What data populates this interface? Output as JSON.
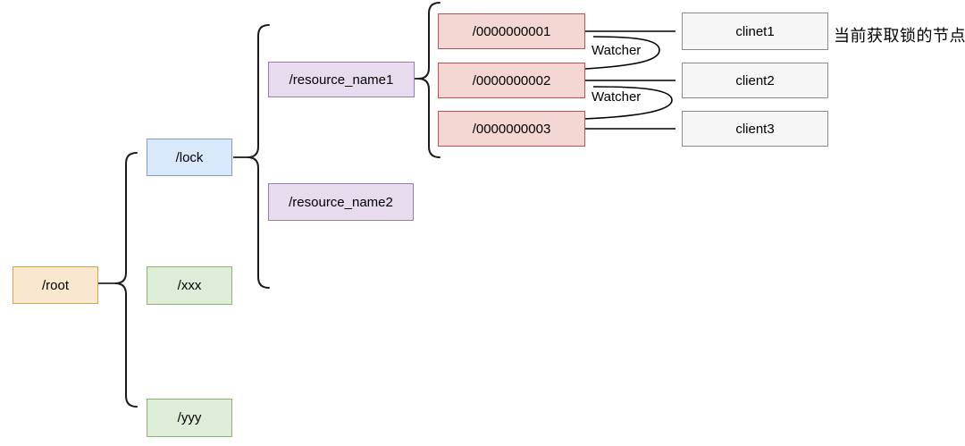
{
  "diagram": {
    "annotation": "当前获取锁的节点",
    "root_node": {
      "label": "/root",
      "fill": "#f9e7cf",
      "border": "#d2a351"
    },
    "children_of_root": [
      {
        "label": "/lock",
        "fill": "#dae8fc",
        "border": "#7e9ccb"
      },
      {
        "label": "/xxx",
        "fill": "#dfecd8",
        "border": "#8db377"
      },
      {
        "label": "/yyy",
        "fill": "#dfecd8",
        "border": "#8db377"
      }
    ],
    "children_of_lock": [
      {
        "label": "/resource_name1",
        "fill": "#e6dcee",
        "border": "#9879ab"
      },
      {
        "label": "/resource_name2",
        "fill": "#e6dcee",
        "border": "#9879ab"
      }
    ],
    "children_of_resource_name1": [
      {
        "label": "/0000000001",
        "fill": "#f4d7d3",
        "border": "#b85450"
      },
      {
        "label": "/0000000002",
        "fill": "#f4d7d3",
        "border": "#b85450"
      },
      {
        "label": "/0000000003",
        "fill": "#f4d7d3",
        "border": "#b85450"
      }
    ],
    "clients": [
      {
        "label": "clinet1",
        "fill": "#f6f6f6",
        "border": "#8a8a8a"
      },
      {
        "label": "client2",
        "fill": "#f6f6f6",
        "border": "#8a8a8a"
      },
      {
        "label": "client3",
        "fill": "#f6f6f6",
        "border": "#8a8a8a"
      }
    ],
    "watcher_labels": [
      {
        "text": "Watcher"
      },
      {
        "text": "Watcher"
      }
    ],
    "line_color": "#000000"
  }
}
